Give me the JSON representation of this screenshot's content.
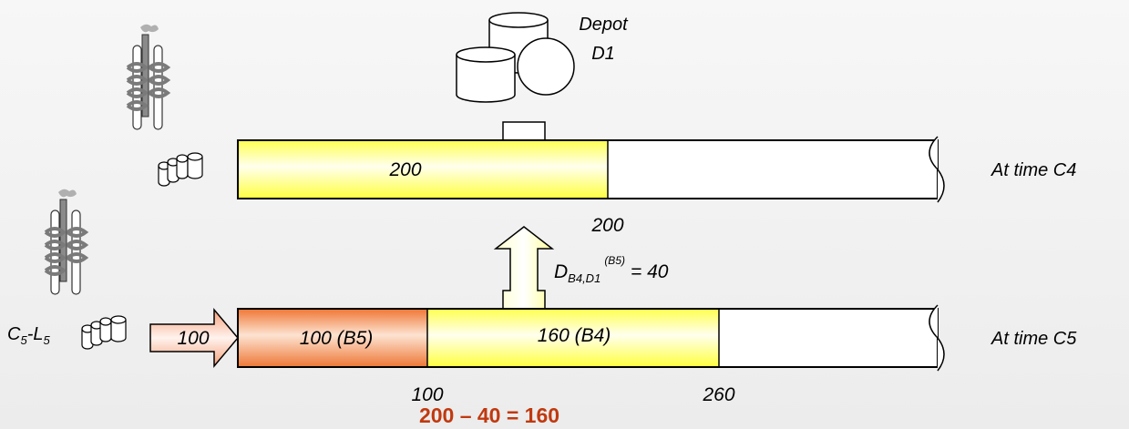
{
  "depot": {
    "name": "Depot",
    "id": "D1"
  },
  "top_pipeline": {
    "segment_value": "200",
    "tick_label": "200",
    "time_label": "At time  C4"
  },
  "bottom_pipeline": {
    "inflow_value": "100",
    "segment_b5": "100 (B5)",
    "segment_b4": "160 (B4)",
    "tick_left": "100",
    "tick_right": "260",
    "time_label": "At time  C5"
  },
  "refinery_label": {
    "c": "C",
    "c_sub": "5",
    "sep": "-L",
    "l_sub": "5"
  },
  "delivery": {
    "d": "D",
    "sub": "B4,D1",
    "sup": "(B5)",
    "value": "= 40"
  },
  "equation": "200 – 40 = 160",
  "colors": {
    "yellow_fill": "#ffff66",
    "orange_fill": "#f08a4b",
    "equation_red": "#c0390f",
    "refinery_gray": "#808080"
  }
}
